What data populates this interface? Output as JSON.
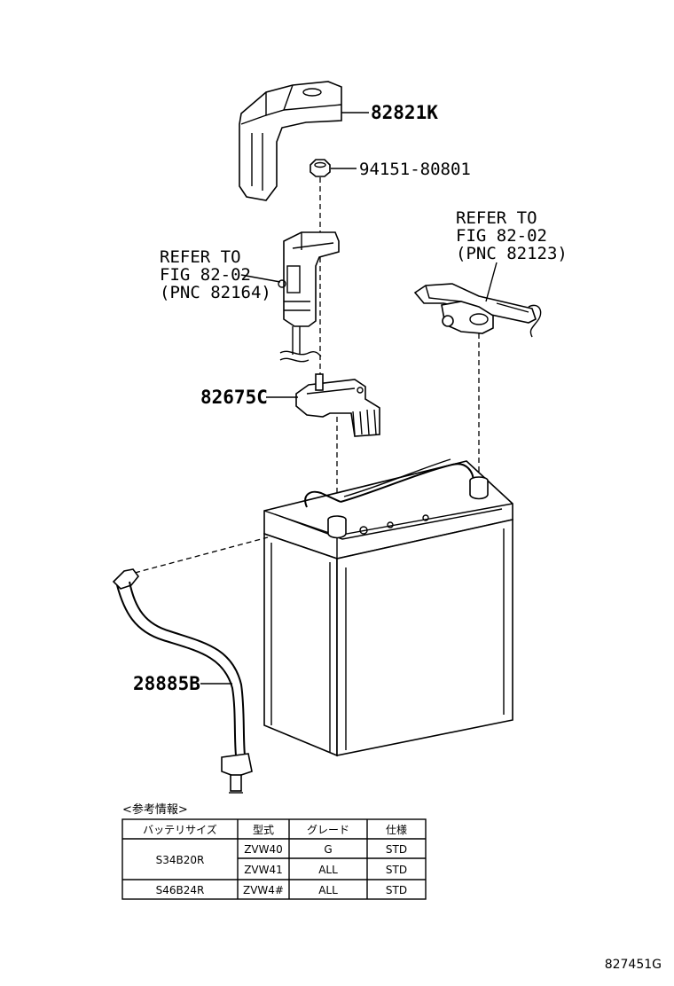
{
  "parts": {
    "cover": "82821K",
    "bolt": "94151-80801",
    "bracket": "82675C",
    "cable": "28885B"
  },
  "refer_left": {
    "line1": "REFER TO",
    "line2": "FIG 82-02",
    "line3": "(PNC 82164)"
  },
  "refer_right": {
    "line1": "REFER TO",
    "line2": "FIG 82-02",
    "line3": "(PNC 82123)"
  },
  "table": {
    "note": "<参考情報>",
    "headers": [
      "バッテリサイズ",
      "型式",
      "グレード",
      "仕様"
    ],
    "rows": [
      {
        "size": "S34B20R",
        "model": "ZVW40",
        "grade": "G",
        "spec": "STD"
      },
      {
        "size": "",
        "model": "ZVW41",
        "grade": "ALL",
        "spec": "STD"
      },
      {
        "size": "S46B24R",
        "model": "ZVW4#",
        "grade": "ALL",
        "spec": "STD"
      }
    ]
  },
  "diagram_code": "827451G"
}
